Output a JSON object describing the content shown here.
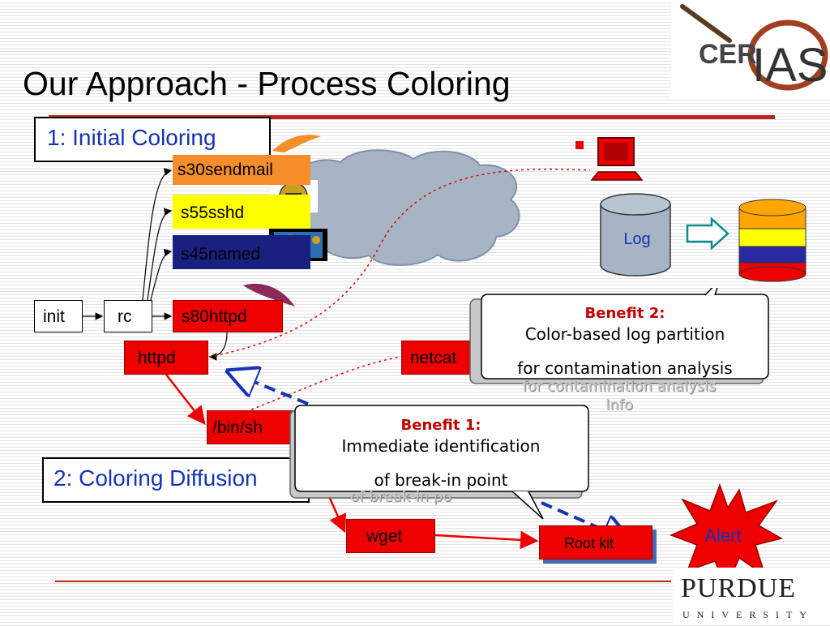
{
  "slide": {
    "title": "Our Approach -  Process Coloring"
  },
  "steps": {
    "step1": "1: Initial Coloring",
    "step2": "2: Coloring Diffusion"
  },
  "services": {
    "sendmail": "s30sendmail",
    "sshd": "s55sshd",
    "named": "s45named",
    "httpd": "s80httpd"
  },
  "processes": {
    "init": "init",
    "rc": "rc",
    "httpd": "httpd",
    "netcat": "netcat",
    "binsh": "/bin/sh",
    "wget": "wget",
    "rootkit": "Root kit"
  },
  "storage": {
    "log": "Log"
  },
  "alert": "Alert",
  "callouts": {
    "benefit2": {
      "title": "Benefit 2:",
      "line1": "Color-based log partition",
      "line2": "for contamination analysis",
      "shadow_line": "for contamination analysis",
      "shadow_tail": "Info"
    },
    "benefit1": {
      "title": "Benefit 1:",
      "line1": "Immediate identification",
      "line2": "of break-in point",
      "shadow_line": "of break-in po"
    }
  },
  "logos": {
    "cerias_left": "CER",
    "cerias_right": "IAS",
    "purdue_name": "PURDUE",
    "purdue_sub": "UNIVERSITY"
  },
  "colors": {
    "accent_red": "#c0281e",
    "node_red": "#ee0000",
    "label_blue": "#1434b4",
    "sendmail_orange": "#f58d2b",
    "sshd_yellow": "#ffff00",
    "named_navy": "#1a2080",
    "log_gray": "#a6b4c4",
    "callout_title_red": "#c00000"
  }
}
